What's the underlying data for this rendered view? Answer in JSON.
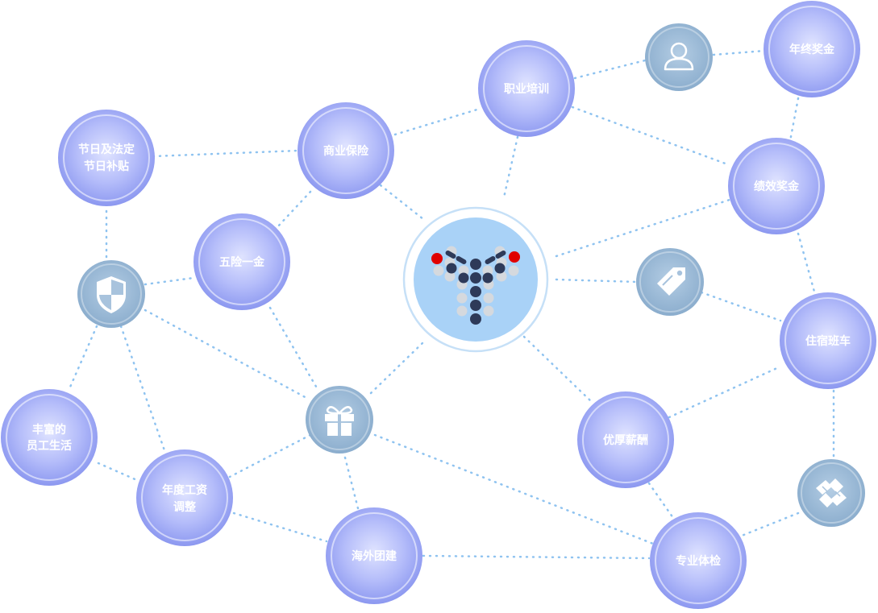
{
  "nodes": {
    "nianzhong": {
      "label": "年终奖金"
    },
    "zhiye": {
      "label": "职业培训"
    },
    "shangye": {
      "label": "商业保险"
    },
    "jieri": {
      "label_line1": "节日及法定",
      "label_line2": "节日补贴"
    },
    "jixiao": {
      "label": "绩效奖金"
    },
    "wuxian": {
      "label": "五险一金"
    },
    "zhusu": {
      "label": "住宿班车"
    },
    "fengfu": {
      "label_line1": "丰富的",
      "label_line2": "员工生活"
    },
    "youhou": {
      "label": "优厚薪酬"
    },
    "niandu": {
      "label_line1": "年度工资",
      "label_line2": "调整"
    },
    "haiwai": {
      "label": "海外团建"
    },
    "zhuanye": {
      "label": "专业体检"
    }
  },
  "icons": [
    "people-icon",
    "shield-icon",
    "gift-icon",
    "tag-icon",
    "handshake-icon"
  ],
  "colors": {
    "node_fill": "#9aa6f5",
    "node_ring": "#c9cffb",
    "icon_fill": "#94b6d6",
    "connector": "#8fc3f0",
    "center_fill": "#a9d2f7",
    "logo_dark": "#2e3a59",
    "logo_light": "#d5d9de",
    "logo_red": "#e00000"
  }
}
